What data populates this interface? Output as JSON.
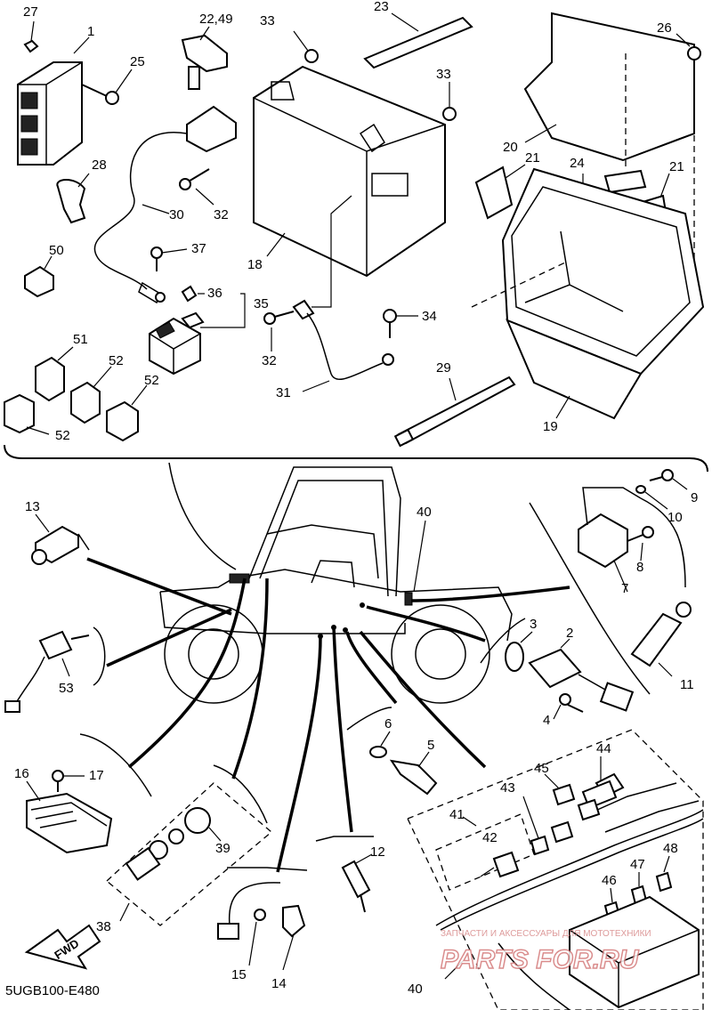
{
  "diagram": {
    "code": "5UGB100-E480",
    "fwd_label": "FWD",
    "watermark_small": "ЗАПЧАСТИ И АКСЕССУАРЫ ДЛЯ МОТОТЕХНИКИ",
    "watermark_logo": "PARTS FOR.RU",
    "colors": {
      "line": "#000000",
      "background": "#ffffff",
      "watermark": "#e5a0a0"
    },
    "labels": {
      "p1": "1",
      "p2": "2",
      "p3": "3",
      "p4": "4",
      "p5": "5",
      "p6": "6",
      "p7": "7",
      "p8": "8",
      "p9": "9",
      "p10": "10",
      "p11": "11",
      "p12": "12",
      "p13": "13",
      "p14": "14",
      "p15": "15",
      "p16": "16",
      "p17": "17",
      "p18": "18",
      "p19": "19",
      "p20": "20",
      "p21a": "21",
      "p21b": "21",
      "p22": "22,49",
      "p23": "23",
      "p24": "24",
      "p25": "25",
      "p26": "26",
      "p27": "27",
      "p28": "28",
      "p29": "29",
      "p30": "30",
      "p31": "31",
      "p32a": "32",
      "p32b": "32",
      "p33a": "33",
      "p33b": "33",
      "p34": "34",
      "p35": "35",
      "p36": "36",
      "p37": "37",
      "p38": "38",
      "p39": "39",
      "p40a": "40",
      "p40b": "40",
      "p41": "41",
      "p42": "42",
      "p43": "43",
      "p44": "44",
      "p45": "45",
      "p46": "46",
      "p47": "47",
      "p48": "48",
      "p50": "50",
      "p51": "51",
      "p52a": "52",
      "p52b": "52",
      "p52c": "52",
      "p53": "53"
    }
  }
}
